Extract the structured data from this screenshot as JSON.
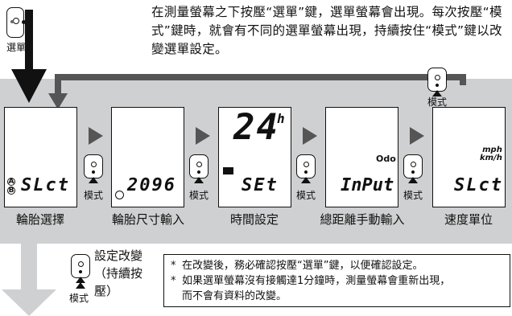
{
  "intro": "在測量螢幕之下按壓“選單”鍵，選單螢幕會出現。每次按壓“模式”鍵時，就會有不同的選單螢幕出現，持續按住“模式”鍵以改變選單設定。",
  "top_button_label": "選單",
  "return_button_label": "模式",
  "mode_label": "模式",
  "screens": [
    {
      "lcd": "SLct",
      "ab_top": "A",
      "ab_bottom": "B",
      "caption": "輪胎選擇"
    },
    {
      "lcd": "2096",
      "caption": "輪胎尺寸輸入"
    },
    {
      "lcd_big": "24",
      "lcd_sup": "h",
      "lcd": "SEt",
      "caption": "時間設定"
    },
    {
      "lcd": "InPut",
      "unit": "Odo",
      "caption": "總距離手動輸入"
    },
    {
      "lcd": "SLct",
      "unit_top": "mph",
      "unit_bottom": "km/h",
      "caption": "速度單位"
    }
  ],
  "change_label": "設定改變\n（持續按\n壓）",
  "notes": [
    {
      "star": "*",
      "text": "在改變後，務必確認按壓“選單”鍵，以便確認設定。"
    },
    {
      "star": "*",
      "text": "如果選單螢幕沒有接觸達1分鐘時，測量螢幕會重新出現，"
    },
    {
      "star": "",
      "text": "而不會有資料的改變。"
    }
  ],
  "colors": {
    "band": "#cfd0d2",
    "arrow": "#555555",
    "ghost": "#cfd0d2"
  }
}
